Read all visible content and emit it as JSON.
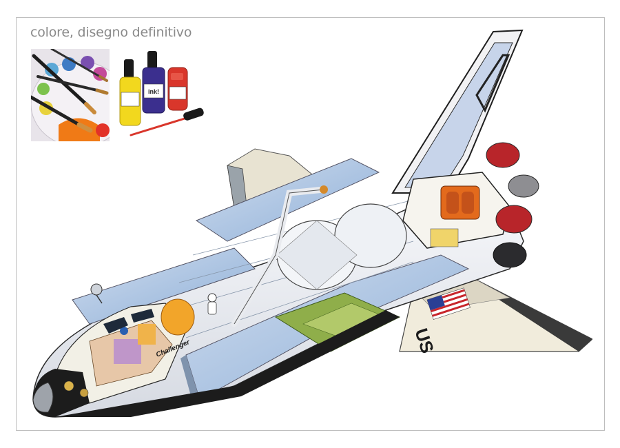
{
  "caption": "colore, disegno definitivo",
  "ink_label": "ink!",
  "orbiter_name": "Challenger",
  "orbiter_country": "US",
  "colors": {
    "frame_border": "#bdbdbd",
    "caption": "#8a8a8a",
    "hull": "#eef0f4",
    "tile_black": "#1c1c1c",
    "bay_blue": "#a9c3e2",
    "tank_orange": "#e36a1c",
    "ink_yellow": "#f2d81e",
    "ink_violet": "#3b2f8e",
    "ink_red": "#d9362b"
  }
}
